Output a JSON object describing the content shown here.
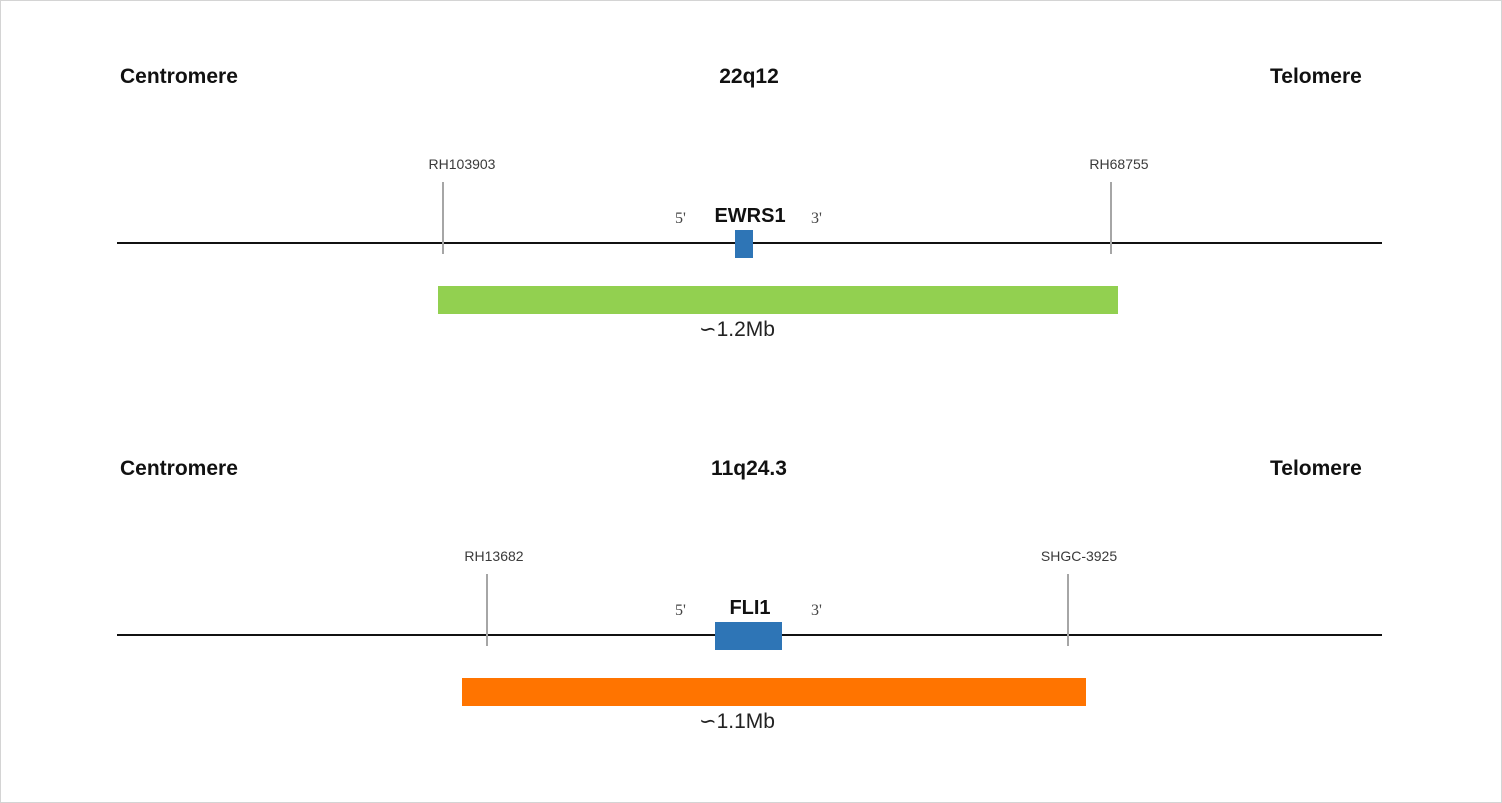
{
  "maps": [
    {
      "centromere_label": "Centromere",
      "locus": "22q12",
      "telomere_label": "Telomere",
      "left_marker": "RH103903",
      "right_marker": "RH68755",
      "five_prime": "5'",
      "three_prime": "3'",
      "gene": "EWRS1",
      "region_size": "∽1.2Mb",
      "region_color": "#92d050",
      "gene_color": "#2e75b6"
    },
    {
      "centromere_label": "Centromere",
      "locus": "11q24.3",
      "telomere_label": "Telomere",
      "left_marker": "RH13682",
      "right_marker": "SHGC-3925",
      "five_prime": "5'",
      "three_prime": "3'",
      "gene": "FLI1",
      "region_size": "∽1.1Mb",
      "region_color": "#ff7400",
      "gene_color": "#2e75b6"
    }
  ]
}
